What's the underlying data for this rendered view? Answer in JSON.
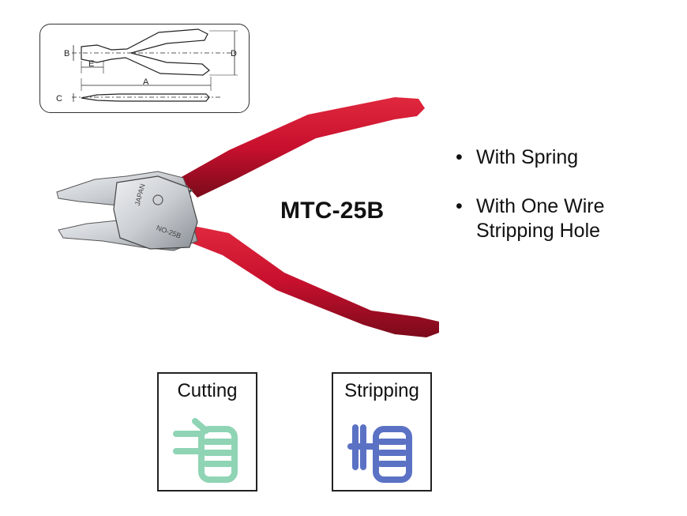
{
  "product": {
    "model": "MTC-25B",
    "features": [
      "With Spring",
      "With One Wire Stripping Hole"
    ],
    "features_lines": [
      [
        "With Spring"
      ],
      [
        "With One Wire",
        "Stripping Hole"
      ]
    ]
  },
  "diagram": {
    "labels": {
      "A": "A",
      "B": "B",
      "C": "C",
      "D": "D",
      "E": "E"
    }
  },
  "engraving": [
    "JAPAN",
    "NO-25B"
  ],
  "functions": [
    {
      "label": "Cutting",
      "icon": "cutting-hand-icon",
      "color": "#8fd4b4"
    },
    {
      "label": "Stripping",
      "icon": "stripping-hand-icon",
      "color": "#5b72c4"
    }
  ],
  "colors": {
    "handle": "#c8102e",
    "handle_dark": "#7a0a1a",
    "steel": "#c9cdd2",
    "text": "#111111"
  }
}
